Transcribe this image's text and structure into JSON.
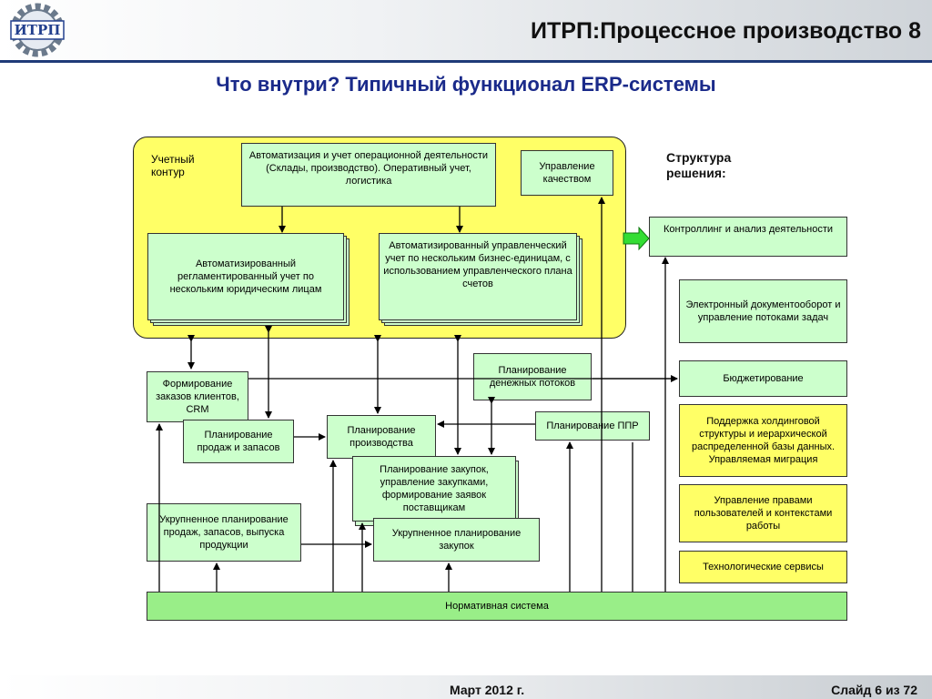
{
  "header": {
    "logo_text": "ИТРП",
    "title": "ИТРП:Процессное производство 8",
    "subtitle": "Что внутри? Типичный функционал ERP-системы"
  },
  "labels": {
    "accounting_contour": "Учетный контур",
    "solution_structure": "Структура решения:"
  },
  "boxes": {
    "automation_ops": "Автоматизация и учет операционной деятельности (Склады, производство). Оперативный учет, логистика",
    "quality": "Управление качеством",
    "regulated_accounting": "Автоматизированный регламентированный учет по нескольким юридическим лицам",
    "mgmt_accounting": "Автоматизированный управленческий учет по нескольким бизнес-единицам, с использованием управленческого плана счетов",
    "controlling": "Контроллинг и анализ деятельности",
    "edoc": "Электронный документооборот и управление потоками задач",
    "budgeting": "Бюджетирование",
    "holding": "Поддержка холдинговой структуры и иерархической распределенной базы данных. Управляемая миграция",
    "access_rights": "Управление правами пользователей и контекстами работы",
    "tech_services": "Технологические сервисы",
    "cash_planning": "Планирование денежных потоков",
    "orders_crm": "Формирование заказов клиентов, CRM",
    "sales_planning": "Планирование продаж и запасов",
    "production_planning": "Планирование производства",
    "ppr_planning": "Планирование ППР",
    "purchase_planning": "Планирование закупок, управление закупками, формирование заявок поставщикам",
    "aggregate_sales": "Укрупненное планирование продаж, запасов, выпуска продукции",
    "aggregate_purchase": "Укрупненное планирование закупок",
    "normative": "Нормативная система"
  },
  "colors": {
    "panel_yellow": "#ffff66",
    "box_green": "#ccffcc",
    "normative_green": "#99ee88",
    "header_blue": "#1f3a78",
    "subtitle_blue": "#1a2a8a"
  },
  "footer": {
    "date": "Март 2012 г.",
    "slide": "Слайд 6 из 72"
  }
}
